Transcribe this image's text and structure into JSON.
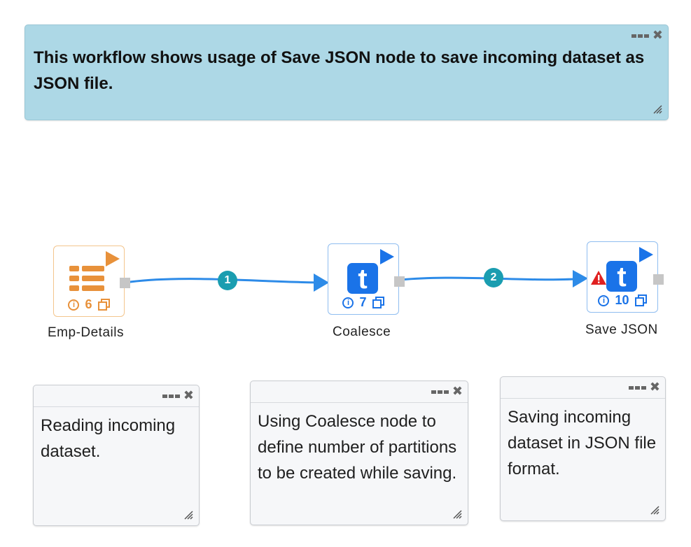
{
  "top_note": {
    "text": "This workflow shows usage of Save JSON node to save incoming dataset as JSON file."
  },
  "nodes": [
    {
      "label": "Emp-Details",
      "count": "6",
      "color": "#e8913a"
    },
    {
      "label": "Coalesce",
      "count": "7",
      "color": "#1a73e8"
    },
    {
      "label": "Save JSON",
      "count": "10",
      "color": "#1a73e8"
    }
  ],
  "edges": [
    {
      "label": "1"
    },
    {
      "label": "2"
    }
  ],
  "notes": [
    {
      "text": "Reading incoming dataset."
    },
    {
      "text": "Using Coalesce node to define number of partitions to be created while saving."
    },
    {
      "text": "Saving incoming dataset in JSON file format."
    }
  ],
  "colors": {
    "accent": "#1a73e8",
    "edge": "#2d8be8",
    "badge": "#1a9db0",
    "warning": "#e02020",
    "reader": "#e8913a",
    "top_note_bg": "#add8e6"
  },
  "icons": {
    "reader": "table-rows-icon",
    "transform": "t-logo-icon",
    "warning": "warning-triangle-icon",
    "run": "play-icon",
    "info": "info-icon",
    "copy": "copy-icon"
  }
}
